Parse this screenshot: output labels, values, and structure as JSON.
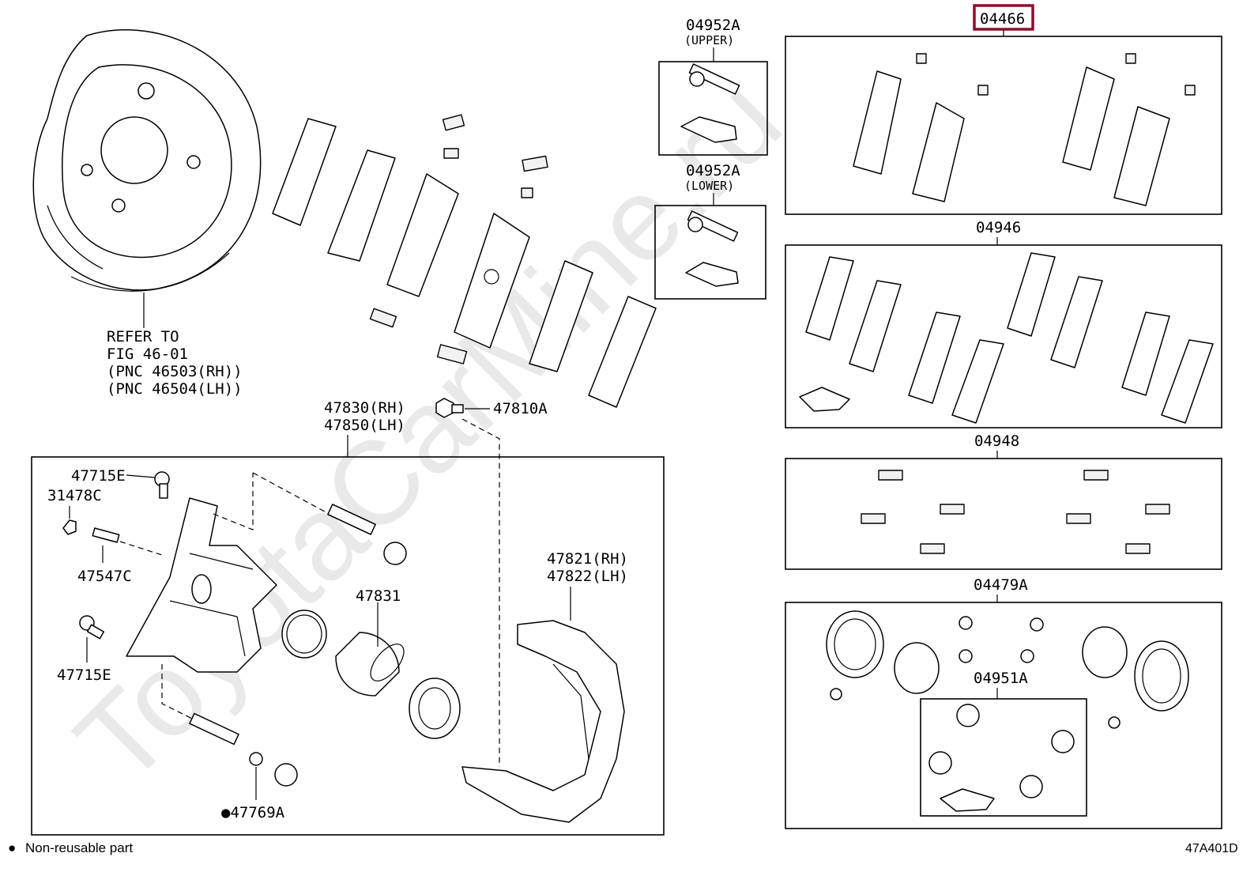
{
  "watermark": "ToyotaCarMine.ru",
  "refer_note": {
    "line1": "REFER TO",
    "line2": "FIG 46-01",
    "line3": "(PNC 46503(RH))",
    "line4": "(PNC 46504(LH))"
  },
  "labels": {
    "p04952A_upper": "04952A",
    "p04952A_upper_sub": "(UPPER)",
    "p04952A_lower": "04952A",
    "p04952A_lower_sub": "(LOWER)",
    "p04466": "04466",
    "p04946": "04946",
    "p04948": "04948",
    "p04479A": "04479A",
    "p04951A": "04951A",
    "p47830": "47830(RH)",
    "p47850": "47850(LH)",
    "p47810A": "47810A",
    "p47715E_top": "47715E",
    "p31478C": "31478C",
    "p47547C": "47547C",
    "p47715E_bottom": "47715E",
    "p47831": "47831",
    "p47821": "47821(RH)",
    "p47822": "47822(LH)",
    "p47769A": "47769A"
  },
  "highlight_color": "#8a0f2d",
  "legend": {
    "bullet": "●",
    "text": "Non-reusable part"
  },
  "figure_code": "47A401D"
}
